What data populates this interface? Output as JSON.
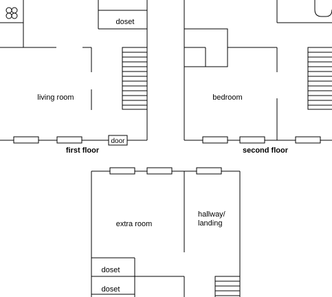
{
  "first_floor": {
    "title": "first floor",
    "rooms": {
      "living_room": "living room",
      "closet": "doset",
      "door": "door"
    }
  },
  "second_floor": {
    "title": "second floor",
    "rooms": {
      "bedroom": "bedroom"
    }
  },
  "third_floor": {
    "rooms": {
      "extra_room": "extra room",
      "hallway_line1": "hallway/",
      "hallway_line2": "landing",
      "closet_1": "doset",
      "closet_2": "doset"
    }
  }
}
